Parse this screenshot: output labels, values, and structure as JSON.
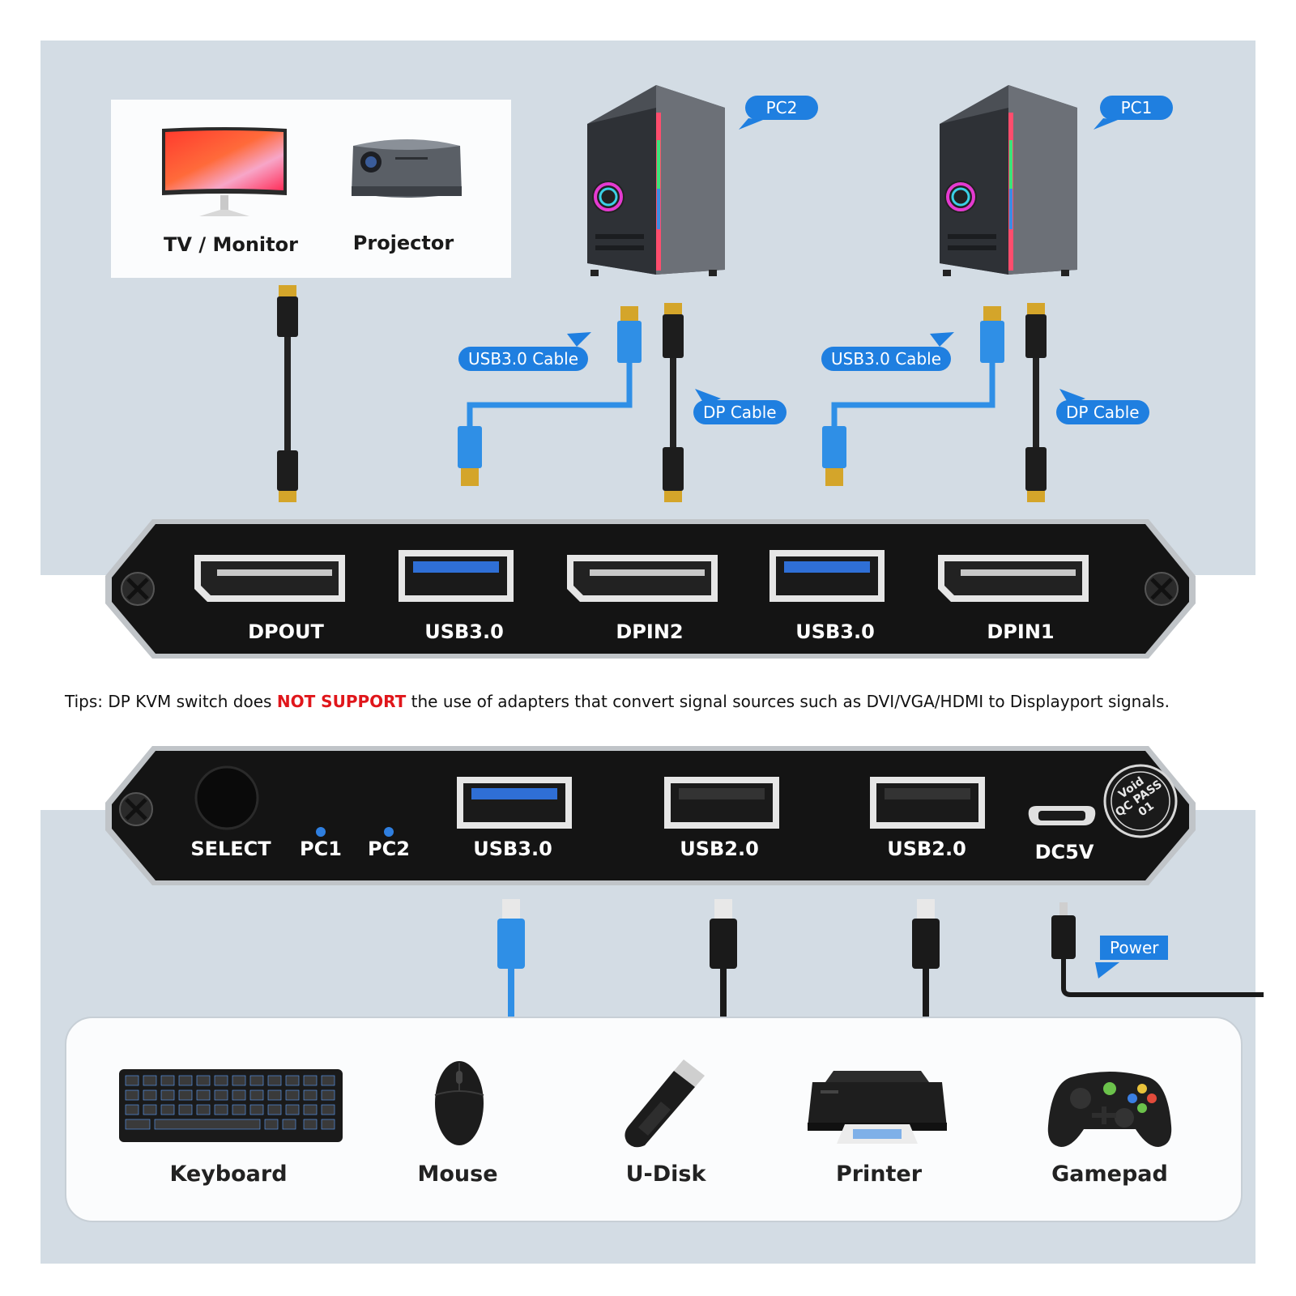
{
  "display_devices": {
    "monitor_label": "TV / Monitor",
    "projector_label": "Projector"
  },
  "computers": {
    "pc2_label": "PC2",
    "pc1_label": "PC1"
  },
  "cable_labels": {
    "usb_cable_left": "USB3.0 Cable",
    "dp_cable_left": "DP Cable",
    "usb_cable_right": "USB3.0 Cable",
    "dp_cable_right": "DP Cable",
    "power": "Power"
  },
  "front_panel": {
    "ports": [
      "DPOUT",
      "USB3.0",
      "DPIN2",
      "USB3.0",
      "DPIN1"
    ]
  },
  "tips": {
    "prefix": "Tips: DP KVM switch does ",
    "warning": "NOT SUPPORT",
    "suffix": " the use of adapters that convert signal sources such as DVI/VGA/HDMI to Displayport signals."
  },
  "back_panel": {
    "select": "SELECT",
    "led_pc1": "PC1",
    "led_pc2": "PC2",
    "usb30": "USB3.0",
    "usb20_a": "USB2.0",
    "usb20_b": "USB2.0",
    "dc5v": "DC5V",
    "seal_line1": "Void",
    "seal_line2": "QC PASS",
    "seal_line3": "01"
  },
  "peripherals": [
    "Keyboard",
    "Mouse",
    "U-Disk",
    "Printer",
    "Gamepad"
  ],
  "colors": {
    "accent_blue": "#1f7fe0",
    "usb3_blue": "#2f8fe6",
    "warning_red": "#e0161b",
    "background": "#d3dce4"
  }
}
